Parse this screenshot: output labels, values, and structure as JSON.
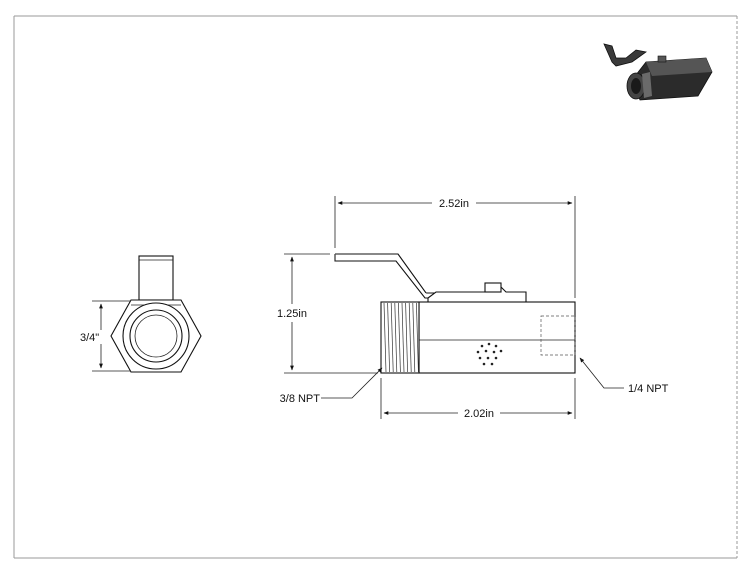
{
  "dimensions": {
    "overall_length": "2.52in",
    "height": "1.25in",
    "body_length": "2.02in",
    "hex_size": "3/4\""
  },
  "callouts": {
    "inlet": "3/8 NPT",
    "outlet": "1/4 NPT"
  },
  "colors": {
    "line": "#111111",
    "render_body": "#2b2b2b",
    "frame": "#9a9a9a"
  }
}
